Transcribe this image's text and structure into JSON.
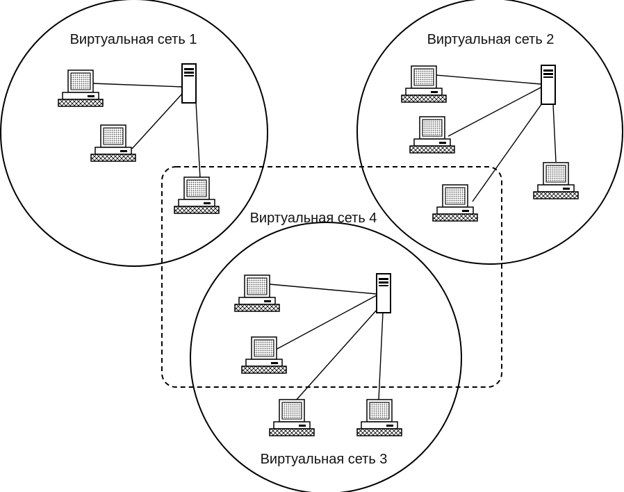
{
  "networks": [
    {
      "id": "net1",
      "label": "Виртуальная сеть 1"
    },
    {
      "id": "net2",
      "label": "Виртуальная сеть 2"
    },
    {
      "id": "net3",
      "label": "Виртуальная сеть 3"
    },
    {
      "id": "net4",
      "label": "Виртуальная сеть 4"
    }
  ],
  "icons": {
    "workstation": "desktop-computer-icon",
    "server": "server-tower-icon"
  },
  "colors": {
    "line": "#000000",
    "screen": "#b8b8b8"
  }
}
